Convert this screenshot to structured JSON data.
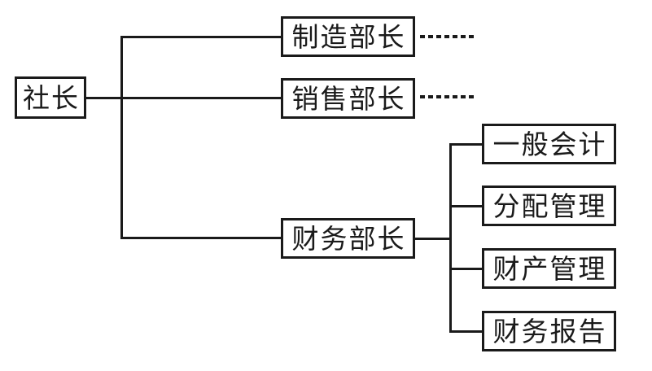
{
  "diagram": {
    "title": "company-organization-chart",
    "root": {
      "label": "社长"
    },
    "level2": [
      {
        "label": "制造部长",
        "has_dotted_continuation": true
      },
      {
        "label": "销售部长",
        "has_dotted_continuation": true
      },
      {
        "label": "财务部长",
        "has_dotted_continuation": false
      }
    ],
    "level3_parent": "财务部长",
    "level3": [
      {
        "label": "一般会计"
      },
      {
        "label": "分配管理"
      },
      {
        "label": "财产管理"
      },
      {
        "label": "财务报告"
      }
    ]
  },
  "colors": {
    "line": "#1a1a1a",
    "box_border": "#1a1a1a",
    "text": "#1a1a1a",
    "background": "#ffffff"
  }
}
